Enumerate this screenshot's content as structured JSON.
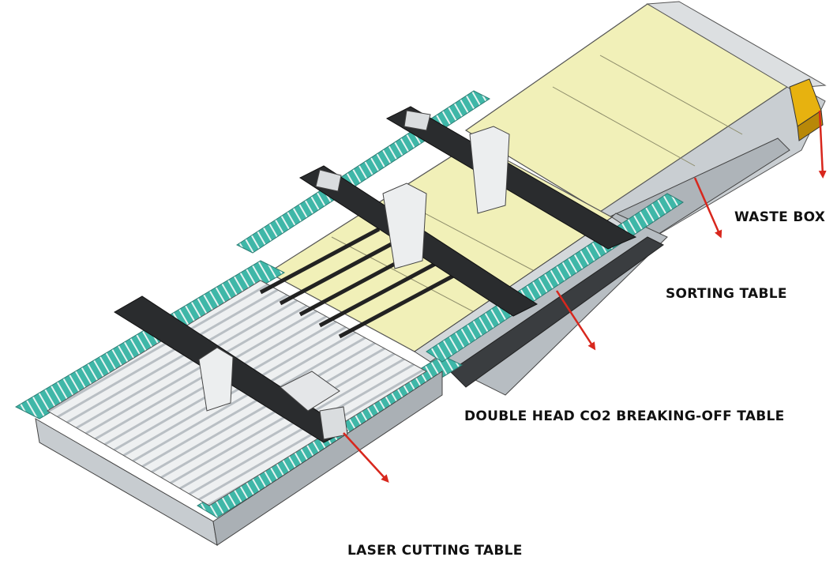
{
  "labels": {
    "waste_box": "WASTE BOX",
    "sorting_table": "SORTING TABLE",
    "breaking_off_table": "DOUBLE HEAD CO2 BREAKING-OFF TABLE",
    "laser_cutting_table": "LASER CUTTING TABLE"
  },
  "colors": {
    "glass_panel": "#f1f0b8",
    "conveyor_belt": "#3fb7a8",
    "gantry_beam": "#2a2c2e",
    "frame_steel": "#d9dde0",
    "arrow": "#d8271d"
  }
}
